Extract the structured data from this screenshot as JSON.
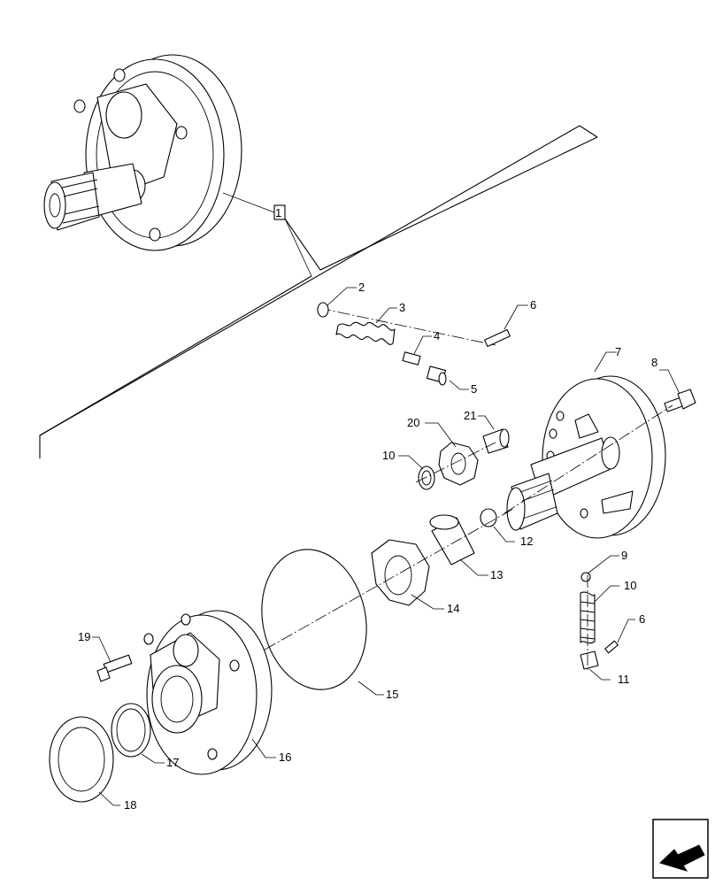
{
  "callouts": {
    "c1": "1",
    "c2": "2",
    "c3": "3",
    "c4": "4",
    "c5": "5",
    "c6a": "6",
    "c7": "7",
    "c8": "8",
    "c20": "20",
    "c21": "21",
    "c10a": "10",
    "c12": "12",
    "c13": "13",
    "c14": "14",
    "c9": "9",
    "c10b": "10",
    "c6b": "6",
    "c11": "11",
    "c15": "15",
    "c16": "16",
    "c17": "17",
    "c18": "18",
    "c19": "19"
  },
  "icons": {
    "nav": "arrow-icon"
  }
}
